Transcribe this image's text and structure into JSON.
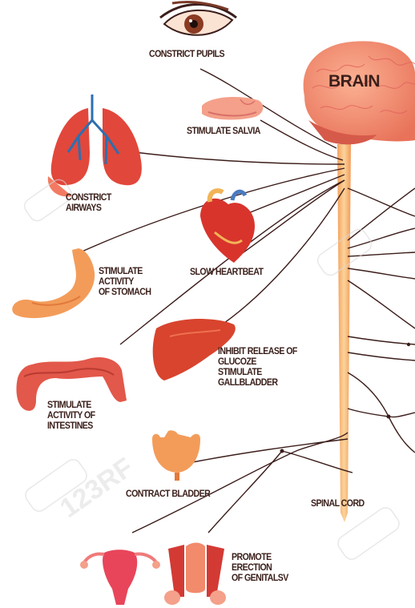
{
  "diagram": {
    "brain_label": "BRAIN",
    "spinal_cord_label": "SPINAL CORD",
    "labels": {
      "pupils": "CONSTRICT PUPILS",
      "saliva": "STIMULATE SALVIA",
      "airways": "CONSTRICT\nAIRWAYS",
      "heartbeat": "SLOW HEARTBEAT",
      "stomach": "STIMULATE\nACTIVITY\nOF STOMACH",
      "glucose": "INHIBIT RELEASE OF\nGLUCOZE\nSTIMULATE\nGALLBLADDER",
      "intestines": "STIMULATE\nACTIVITY OF\nINTESTINES",
      "bladder": "CONTRACT BLADDER",
      "genitals": "PROMOTE\nERECTION\nOF GENITALSV"
    },
    "watermark": "123RF",
    "colors": {
      "brain": "#f28a6c",
      "spinal_cord": "#f7b77a",
      "organ_red": "#d9443a",
      "nerve": "#3b1d1a",
      "text": "#3a1f1a"
    }
  }
}
